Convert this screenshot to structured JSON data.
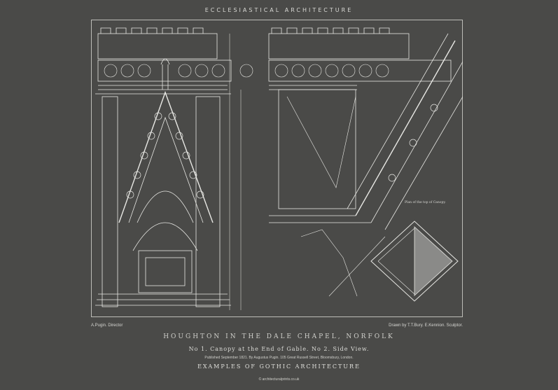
{
  "header": {
    "title": "ECCLESIASTICAL ARCHITECTURE"
  },
  "footer": {
    "director": "A.Pugin. Director",
    "credit": "Drawn by T.T.Bury. E.Kennion. Sculptor.",
    "subject": "HOUGHTON IN THE DALE CHAPEL, NORFOLK",
    "plate": "No 1. Canopy at the End of Gable. No 2. Side View.",
    "published": "Published September 1821. By Augustus Pugin. 105 Great Russell Street, Bloomsbury, London.",
    "series": "EXAMPLES OF GOTHIC ARCHITECTURE",
    "copyright": "© architecturalprints.co.uk"
  },
  "annotations": {
    "plan_label": "Plan of the top of Canopy."
  },
  "colors": {
    "background": "#4a4a48",
    "line": "#e8e8e4",
    "shade": "#8a8a88"
  }
}
